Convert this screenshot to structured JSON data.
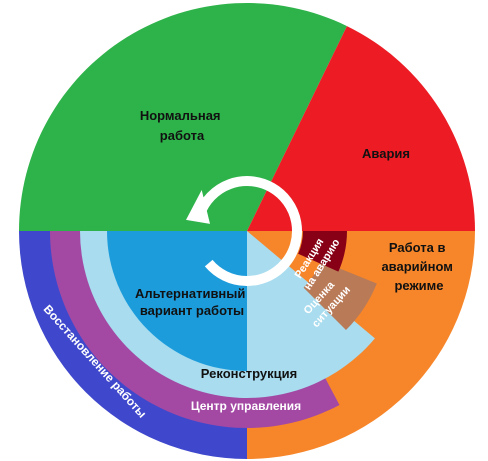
{
  "diagram": {
    "sectors": {
      "normal": {
        "line1": "Нормальная",
        "line2": "работа",
        "color": "#2eb34a"
      },
      "accident": {
        "label": "Авария",
        "color": "#ed1c24"
      },
      "emergency": {
        "line1": "Работа в",
        "line2": "аварийном",
        "line3": "режиме",
        "color": "#f7862a"
      },
      "restoration": {
        "label": "Восстановление работы",
        "color": "#3f48cc"
      }
    },
    "rings": {
      "control_center": {
        "label": "Центр управления",
        "color": "#a349a4"
      },
      "reconstruction": {
        "label": "Реконструкция",
        "color": "#a8dcee"
      },
      "alternative": {
        "line1": "Альтернативный",
        "line2": "вариант работы",
        "color": "#1d9cdc"
      }
    },
    "bands": {
      "reaction": {
        "line1": "Реакция",
        "line2": "на аварию",
        "color": "#880015"
      },
      "assessment": {
        "line1": "Оценка",
        "line2": "ситуации",
        "color": "#b97a57"
      }
    },
    "cycle_arrow": {
      "icon": "cycle-arrow-icon",
      "color": "#ffffff"
    }
  }
}
